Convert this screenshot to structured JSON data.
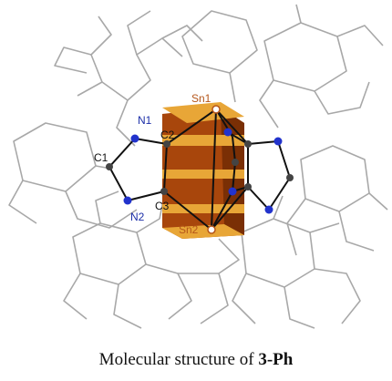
{
  "caption": {
    "text": "Molecular structure of ",
    "compound": "3-Ph"
  },
  "atom_labels": [
    {
      "id": "sn1",
      "text": "Sn1",
      "color": "#b5561a"
    },
    {
      "id": "sn2",
      "text": "Sn2",
      "color": "#b5561a"
    },
    {
      "id": "n1",
      "text": "N1",
      "color": "#1c2fa8"
    },
    {
      "id": "n2",
      "text": "N2",
      "color": "#1c2fa8"
    },
    {
      "id": "c1",
      "text": "C1",
      "color": "#111111"
    },
    {
      "id": "c2",
      "text": "C2",
      "color": "#111111"
    },
    {
      "id": "c3",
      "text": "C3",
      "color": "#111111"
    }
  ],
  "colors": {
    "frame": "#a8a8a8",
    "bond": "#111111",
    "nitrogen": "#2233cc",
    "carbon": "#444444",
    "tin": "#b5561a",
    "box_main": "#a8460c",
    "box_dark": "#7a2f05",
    "box_stripe": "#e8a637"
  }
}
